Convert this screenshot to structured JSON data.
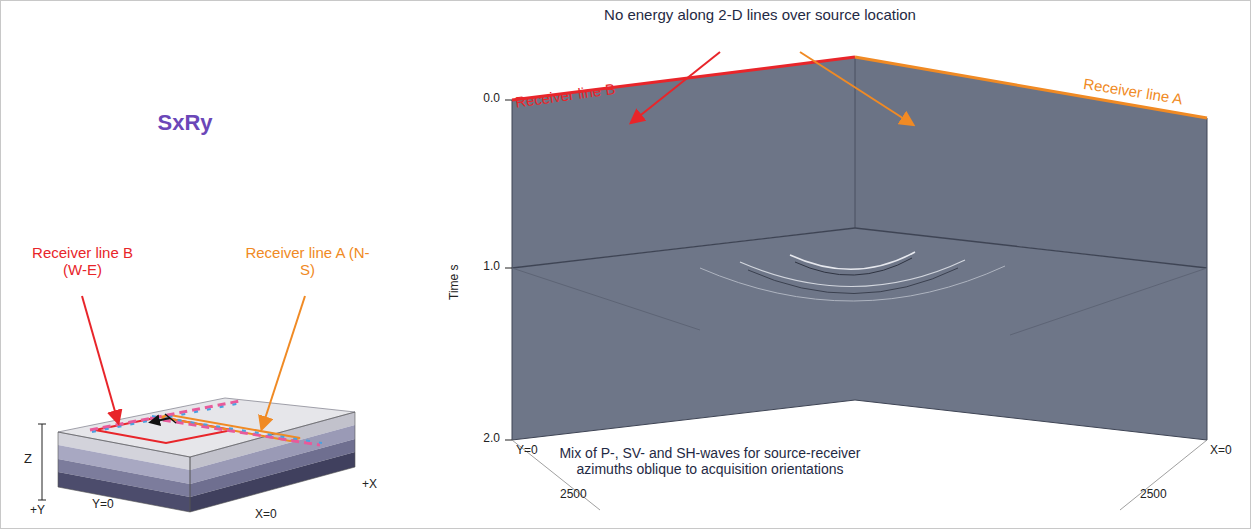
{
  "diagram": {
    "labels": [
      "SxRy",
      "Receiver line B (W-E)",
      "Receiver line A (N-S)",
      "Z",
      "+Y",
      "Y=0",
      "X=0",
      "+X",
      "No energy along 2-D lines over source location",
      "Receiver line B",
      "Receiver line A",
      "0.0",
      "1.0",
      "Time s",
      "2.0",
      "Mix of P-, SV- and SH-waves for source-receiver azimuths oblique to acquisition orientations",
      "Y=0",
      "2500",
      "2500",
      "X=0"
    ]
  }
}
